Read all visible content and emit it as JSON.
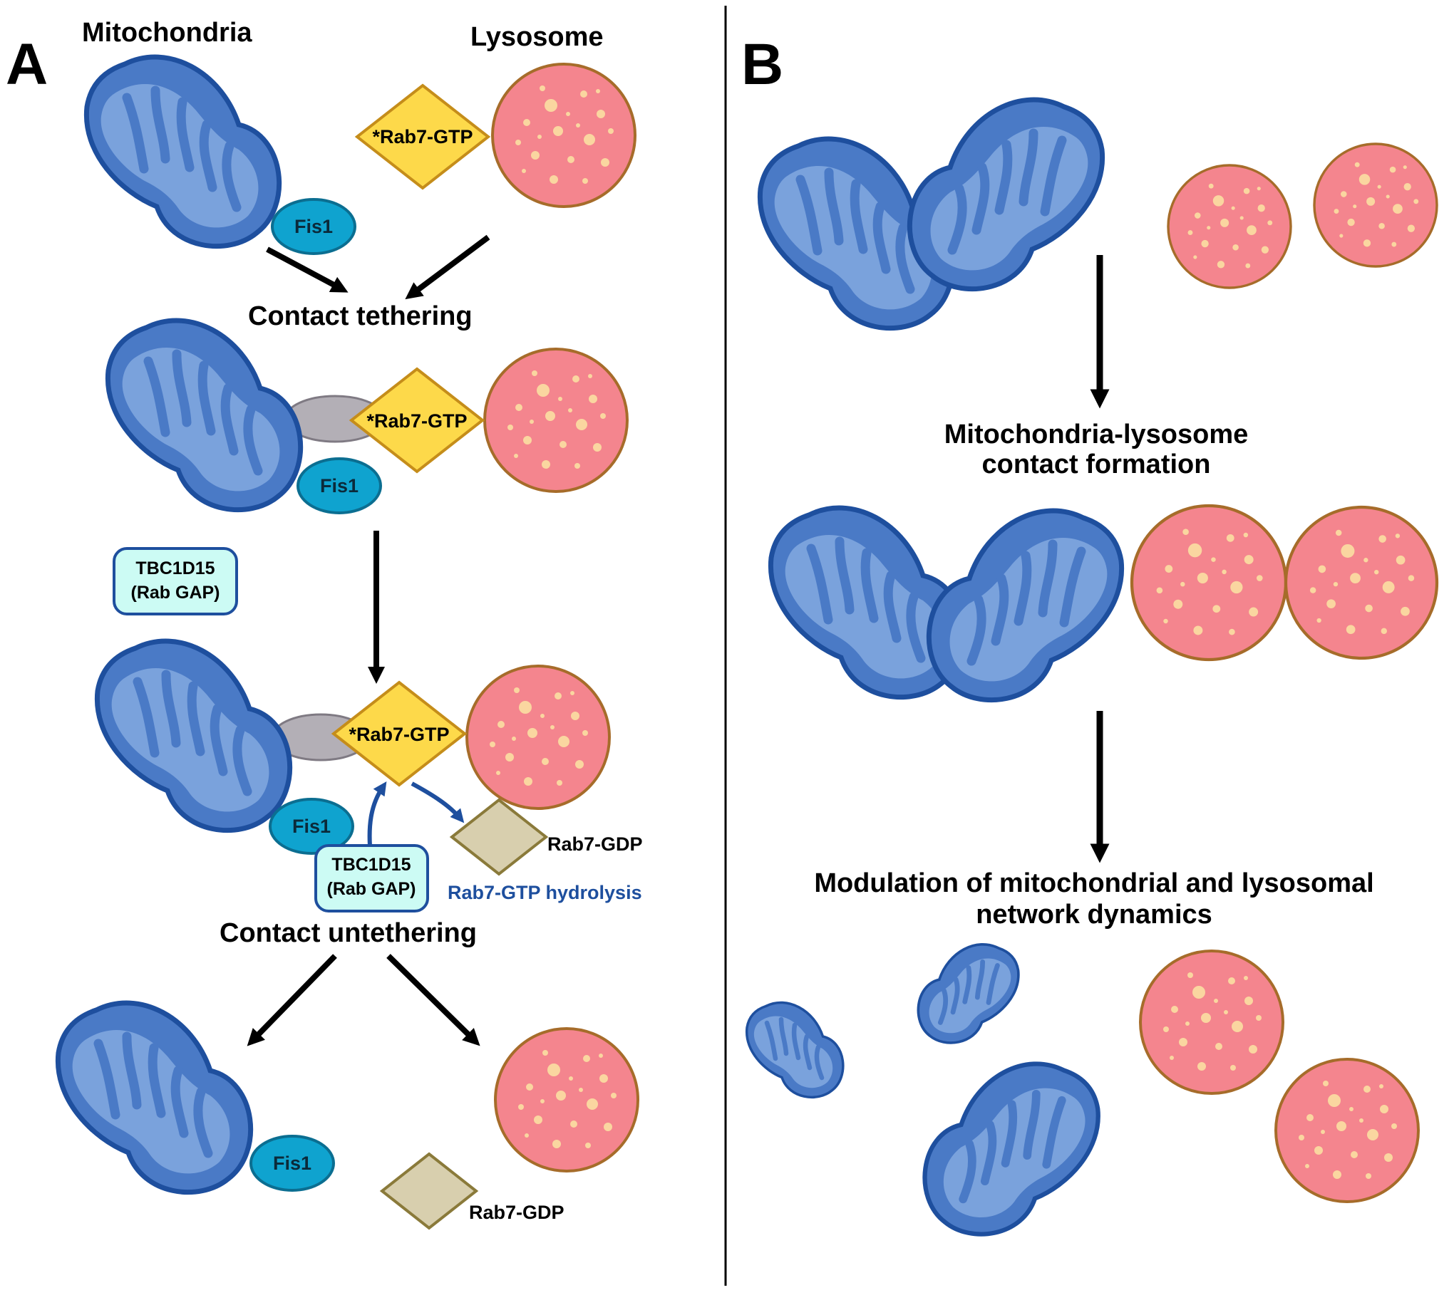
{
  "panels": {
    "a": "A",
    "b": "B"
  },
  "labels": {
    "mitochondria": "Mitochondria",
    "lysosome": "Lysosome",
    "rab7_gtp": "*Rab7-GTP",
    "rab7_gdp": "Rab7-GDP",
    "fis1": "Fis1",
    "tbc1d15_line1": "TBC1D15",
    "tbc1d15_line2": "(Rab GAP)",
    "contact_tethering": "Contact tethering",
    "contact_untethering": "Contact untethering",
    "hydrolysis": "Rab7-GTP hydrolysis",
    "contact_formation_line1": "Mitochondria-lysosome",
    "contact_formation_line2": "contact formation",
    "modulation_line1": "Modulation of mitochondrial and lysosomal",
    "modulation_line2": "network dynamics"
  },
  "colors": {
    "mito_fill": "#4a7ac6",
    "mito_outline": "#1e4f9e",
    "mito_inner": "#7aa2dc",
    "lyso_fill": "#f4858e",
    "lyso_outline": "#a66c2a",
    "lyso_dots": "#fad6a0",
    "rab7_gtp_fill": "#fdd94a",
    "rab7_gtp_outline": "#c58d1a",
    "rab7_gdp_fill": "#d8cfae",
    "rab7_gdp_outline": "#8a7a3a",
    "fis1_fill": "#0fa3cf",
    "fis1_outline": "#0b6e91",
    "tether_fill": "#b3afb6",
    "gap_fill": "#ccfbf4",
    "gap_outline": "#1e4f9e",
    "hydrolysis_text": "#1e4f9e"
  }
}
